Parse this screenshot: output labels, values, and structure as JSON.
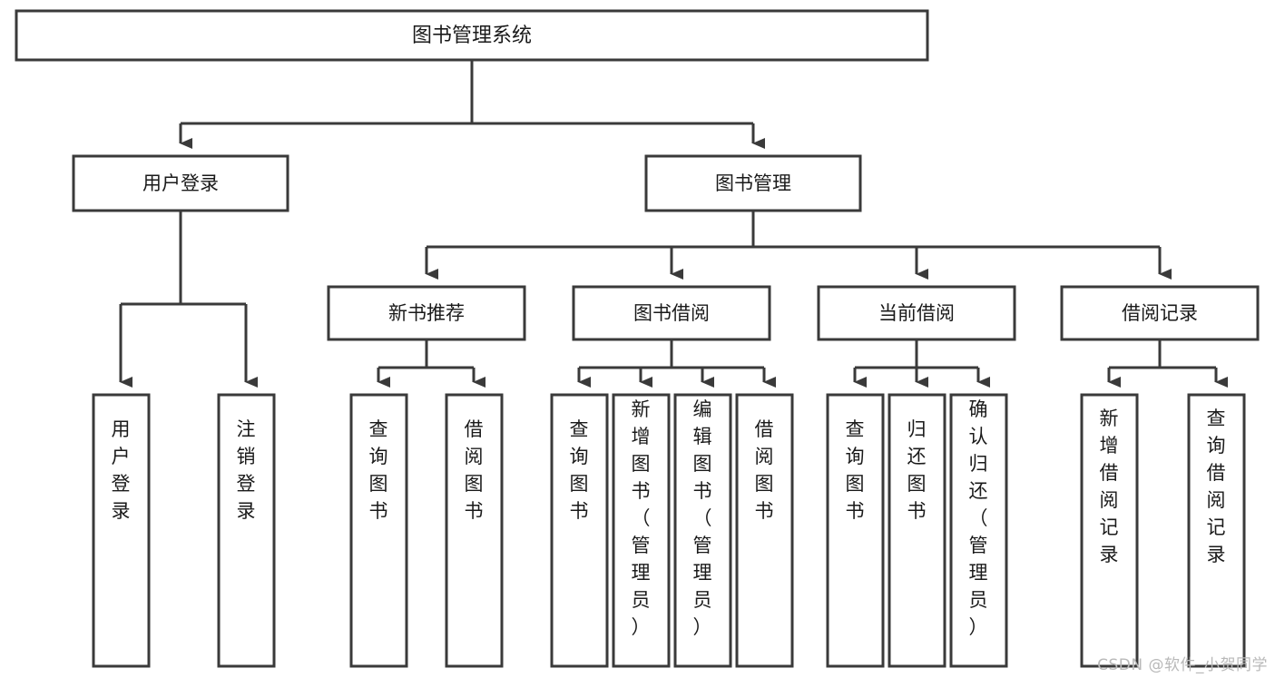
{
  "diagram": {
    "title": "图书管理系统",
    "type": "tree-hierarchy",
    "orientation": "top-down",
    "colors": {
      "box_fill": "#ffffff",
      "box_stroke": "#3a3a3a",
      "text": "#1a1a1a",
      "edge": "#3a3a3a",
      "background": "#ffffff",
      "watermark": "#b9b9b9"
    },
    "root": {
      "label": "图书管理系统"
    },
    "level2": [
      {
        "label": "用户登录"
      },
      {
        "label": "图书管理"
      }
    ],
    "level3": [
      {
        "label": "新书推荐"
      },
      {
        "label": "图书借阅"
      },
      {
        "label": "当前借阅"
      },
      {
        "label": "借阅记录"
      }
    ],
    "leaves_user_login": [
      {
        "label": "用户登录"
      },
      {
        "label": "注销登录"
      }
    ],
    "leaves_new_book": [
      {
        "label": "查询图书"
      },
      {
        "label": "借阅图书"
      }
    ],
    "leaves_borrow": [
      {
        "label": "查询图书"
      },
      {
        "label": "新增图书（管理员）"
      },
      {
        "label": "编辑图书（管理员）"
      },
      {
        "label": "借阅图书"
      }
    ],
    "leaves_current": [
      {
        "label": "查询图书"
      },
      {
        "label": "归还图书"
      },
      {
        "label": "确认归还（管理员）"
      }
    ],
    "leaves_records": [
      {
        "label": "新增借阅记录"
      },
      {
        "label": "查询借阅记录"
      }
    ]
  },
  "watermark": {
    "text": "CSDN @软件_小贺同学"
  }
}
